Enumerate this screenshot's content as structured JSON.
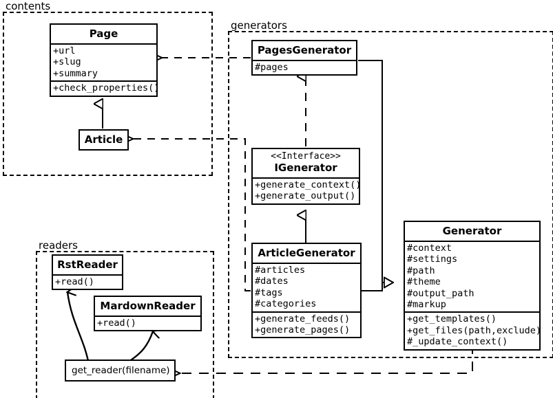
{
  "diagram": {
    "title": "Pelican architecture UML class diagram",
    "type": "uml-class-diagram",
    "stroke_color": "#000000",
    "background_color": "#ffffff"
  },
  "packages": [
    {
      "id": "contents",
      "label": "contents"
    },
    {
      "id": "generators",
      "label": "generators"
    },
    {
      "id": "readers",
      "label": "readers"
    }
  ],
  "classes": {
    "page": {
      "name": "Page",
      "attributes": [
        "+url",
        "+slug",
        "+summary"
      ],
      "methods": [
        "+check_properties()"
      ]
    },
    "article": {
      "name": "Article",
      "attributes": [],
      "methods": []
    },
    "pages_generator": {
      "name": "PagesGenerator",
      "attributes": [
        "#pages"
      ],
      "methods": []
    },
    "igenerator": {
      "stereotype": "<<Interface>>",
      "name": "IGenerator",
      "attributes": [],
      "methods": [
        "+generate_context()",
        "+generate_output()"
      ]
    },
    "article_generator": {
      "name": "ArticleGenerator",
      "attributes": [
        "#articles",
        "#dates",
        "#tags",
        "#categories"
      ],
      "methods": [
        "+generate_feeds()",
        "+generate_pages()"
      ]
    },
    "generator": {
      "name": "Generator",
      "attributes": [
        "#context",
        "#settings",
        "#path",
        "#theme",
        "#output_path",
        "#markup"
      ],
      "methods": [
        "+get_templates()",
        "+get_files(path,exclude)",
        "#_update_context()"
      ]
    },
    "rst_reader": {
      "name": "RstReader",
      "attributes": [],
      "methods": [
        "+read()"
      ]
    },
    "mardown_reader": {
      "name": "MardownReader",
      "attributes": [],
      "methods": [
        "+read()"
      ]
    },
    "get_reader": {
      "name": "get_reader(filename)",
      "attributes": [],
      "methods": []
    }
  },
  "relationships": [
    {
      "id": "page-article-generalization",
      "kind": "generalization",
      "from": "Article",
      "to": "Page"
    },
    {
      "id": "pagesgenerator-page-dependency",
      "kind": "dependency",
      "from": "PagesGenerator",
      "to": "Page"
    },
    {
      "id": "articlegenerator-article-dependency",
      "kind": "dependency",
      "from": "ArticleGenerator",
      "to": "Article"
    },
    {
      "id": "pagesgenerator-igenerator-realization",
      "kind": "realization",
      "from": "PagesGenerator",
      "to": "IGenerator"
    },
    {
      "id": "articlegenerator-igenerator-generalization",
      "kind": "generalization",
      "from": "ArticleGenerator",
      "to": "IGenerator"
    },
    {
      "id": "pagesgenerator-generator-generalization",
      "kind": "generalization",
      "from": "PagesGenerator",
      "to": "Generator"
    },
    {
      "id": "articlegenerator-generator-generalization",
      "kind": "generalization",
      "from": "ArticleGenerator",
      "to": "Generator"
    },
    {
      "id": "generator-getreader-dependency",
      "kind": "dependency",
      "from": "Generator",
      "to": "get_reader(filename)"
    },
    {
      "id": "getreader-rstreader-association",
      "kind": "association",
      "from": "get_reader(filename)",
      "to": "RstReader"
    },
    {
      "id": "getreader-mardownreader-association",
      "kind": "association",
      "from": "get_reader(filename)",
      "to": "MardownReader"
    }
  ]
}
